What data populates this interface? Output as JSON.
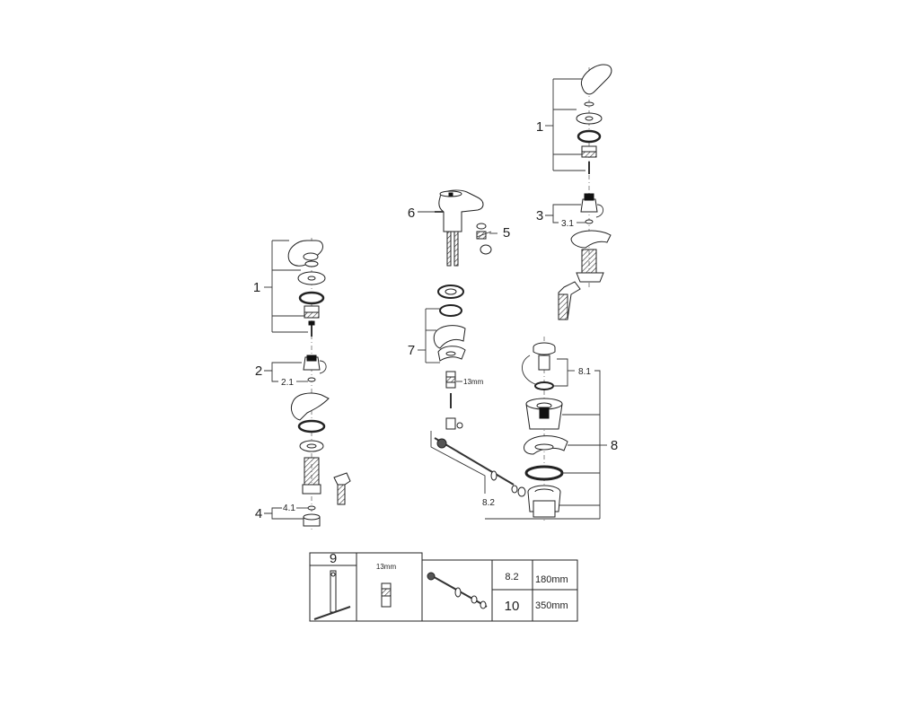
{
  "callouts": {
    "left_1": "1",
    "left_2": "2",
    "left_2_1": "2.1",
    "left_4": "4",
    "left_4_1": "4.1",
    "mid_6": "6",
    "mid_5": "5",
    "mid_7": "7",
    "mid_13mm": "13mm",
    "right_1": "1",
    "right_3": "3",
    "right_3_1": "3.1",
    "right_8_1": "8.1",
    "right_8": "8",
    "right_8_2": "8.2"
  },
  "tools_table": {
    "tool_9": "9",
    "tool_13mm": "13mm",
    "rows": [
      {
        "part": "8.2",
        "length": "180mm"
      },
      {
        "part": "10",
        "length": "350mm"
      }
    ]
  }
}
